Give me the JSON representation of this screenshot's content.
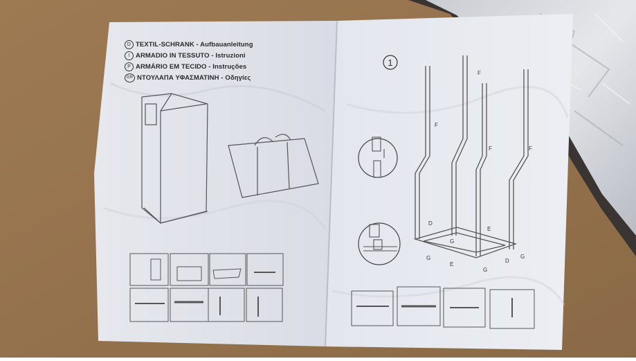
{
  "manual": {
    "lines": [
      {
        "code": "D",
        "text": "TEXTIL-SCHRANK - Aufbauanleitung"
      },
      {
        "code": "I",
        "text": "ARMADIO IN TESSUTO - Istruzioni"
      },
      {
        "code": "P",
        "text": "ARMÁRIO EM TECIDO - Instruções"
      },
      {
        "code": "GR",
        "text": "ΝΤΟΥΛΑΠΑ ΥΦΑΣΜΑΤΙΝΗ - Οδηγίες"
      }
    ],
    "step_number": "1",
    "pole_label": "F",
    "part_labels": {
      "d": "D",
      "e": "E",
      "g": "G"
    }
  }
}
